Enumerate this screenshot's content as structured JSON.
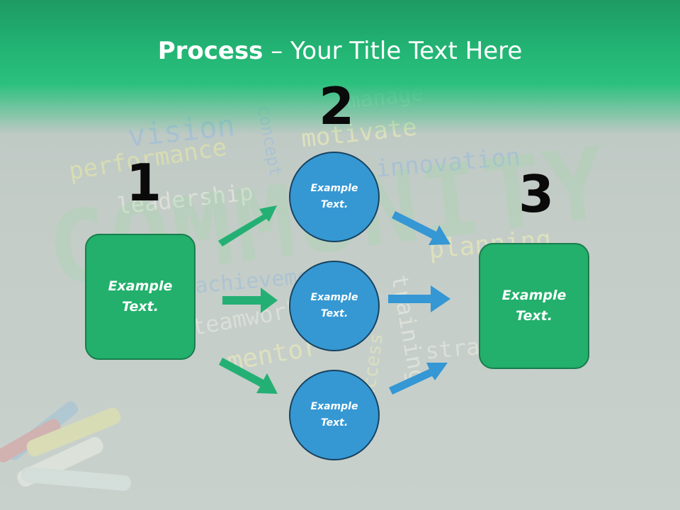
{
  "title": {
    "bold": "Process",
    "rest": " – Your Title Text Here"
  },
  "steps": [
    {
      "number": "1"
    },
    {
      "number": "2"
    },
    {
      "number": "3"
    }
  ],
  "left_box": {
    "label": "Example Text."
  },
  "circles": [
    {
      "label": "Example Text."
    },
    {
      "label": "Example Text."
    },
    {
      "label": "Example Text."
    }
  ],
  "right_box": {
    "label": "Example Text."
  },
  "background_words": [
    "vision",
    "performance",
    "leadership",
    "manage",
    "motivate",
    "innovation",
    "COMMUNITY",
    "planning",
    "achievement",
    "teamwork",
    "mentor",
    "training",
    "strategy",
    "success",
    "concept"
  ],
  "colors": {
    "header": "#22b574",
    "box": "#22b06c",
    "circle": "#3598d3",
    "green_arrow": "#24b074",
    "blue_arrow": "#3597d4"
  }
}
